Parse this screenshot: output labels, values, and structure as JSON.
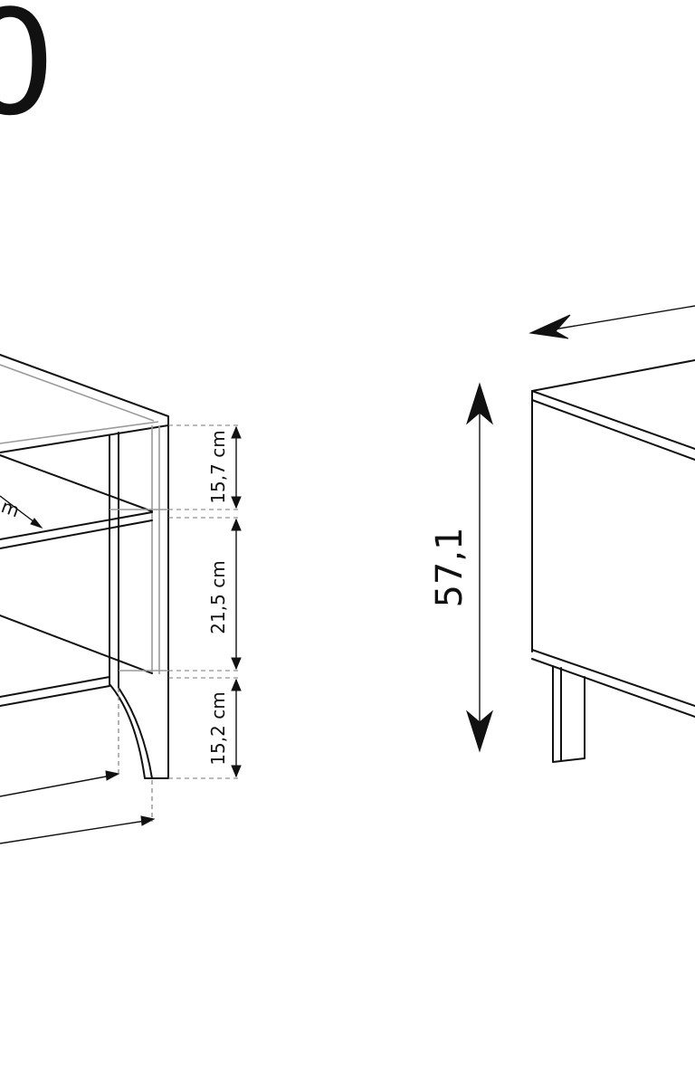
{
  "drawing": {
    "corner_digit": "0",
    "left_view": {
      "dimensions": [
        {
          "label": "15,7 cm"
        },
        {
          "label": "21,5 cm"
        },
        {
          "label": "15,2 cm"
        }
      ],
      "cropped_label": "m"
    },
    "right_view": {
      "height_label": "57,1"
    }
  }
}
